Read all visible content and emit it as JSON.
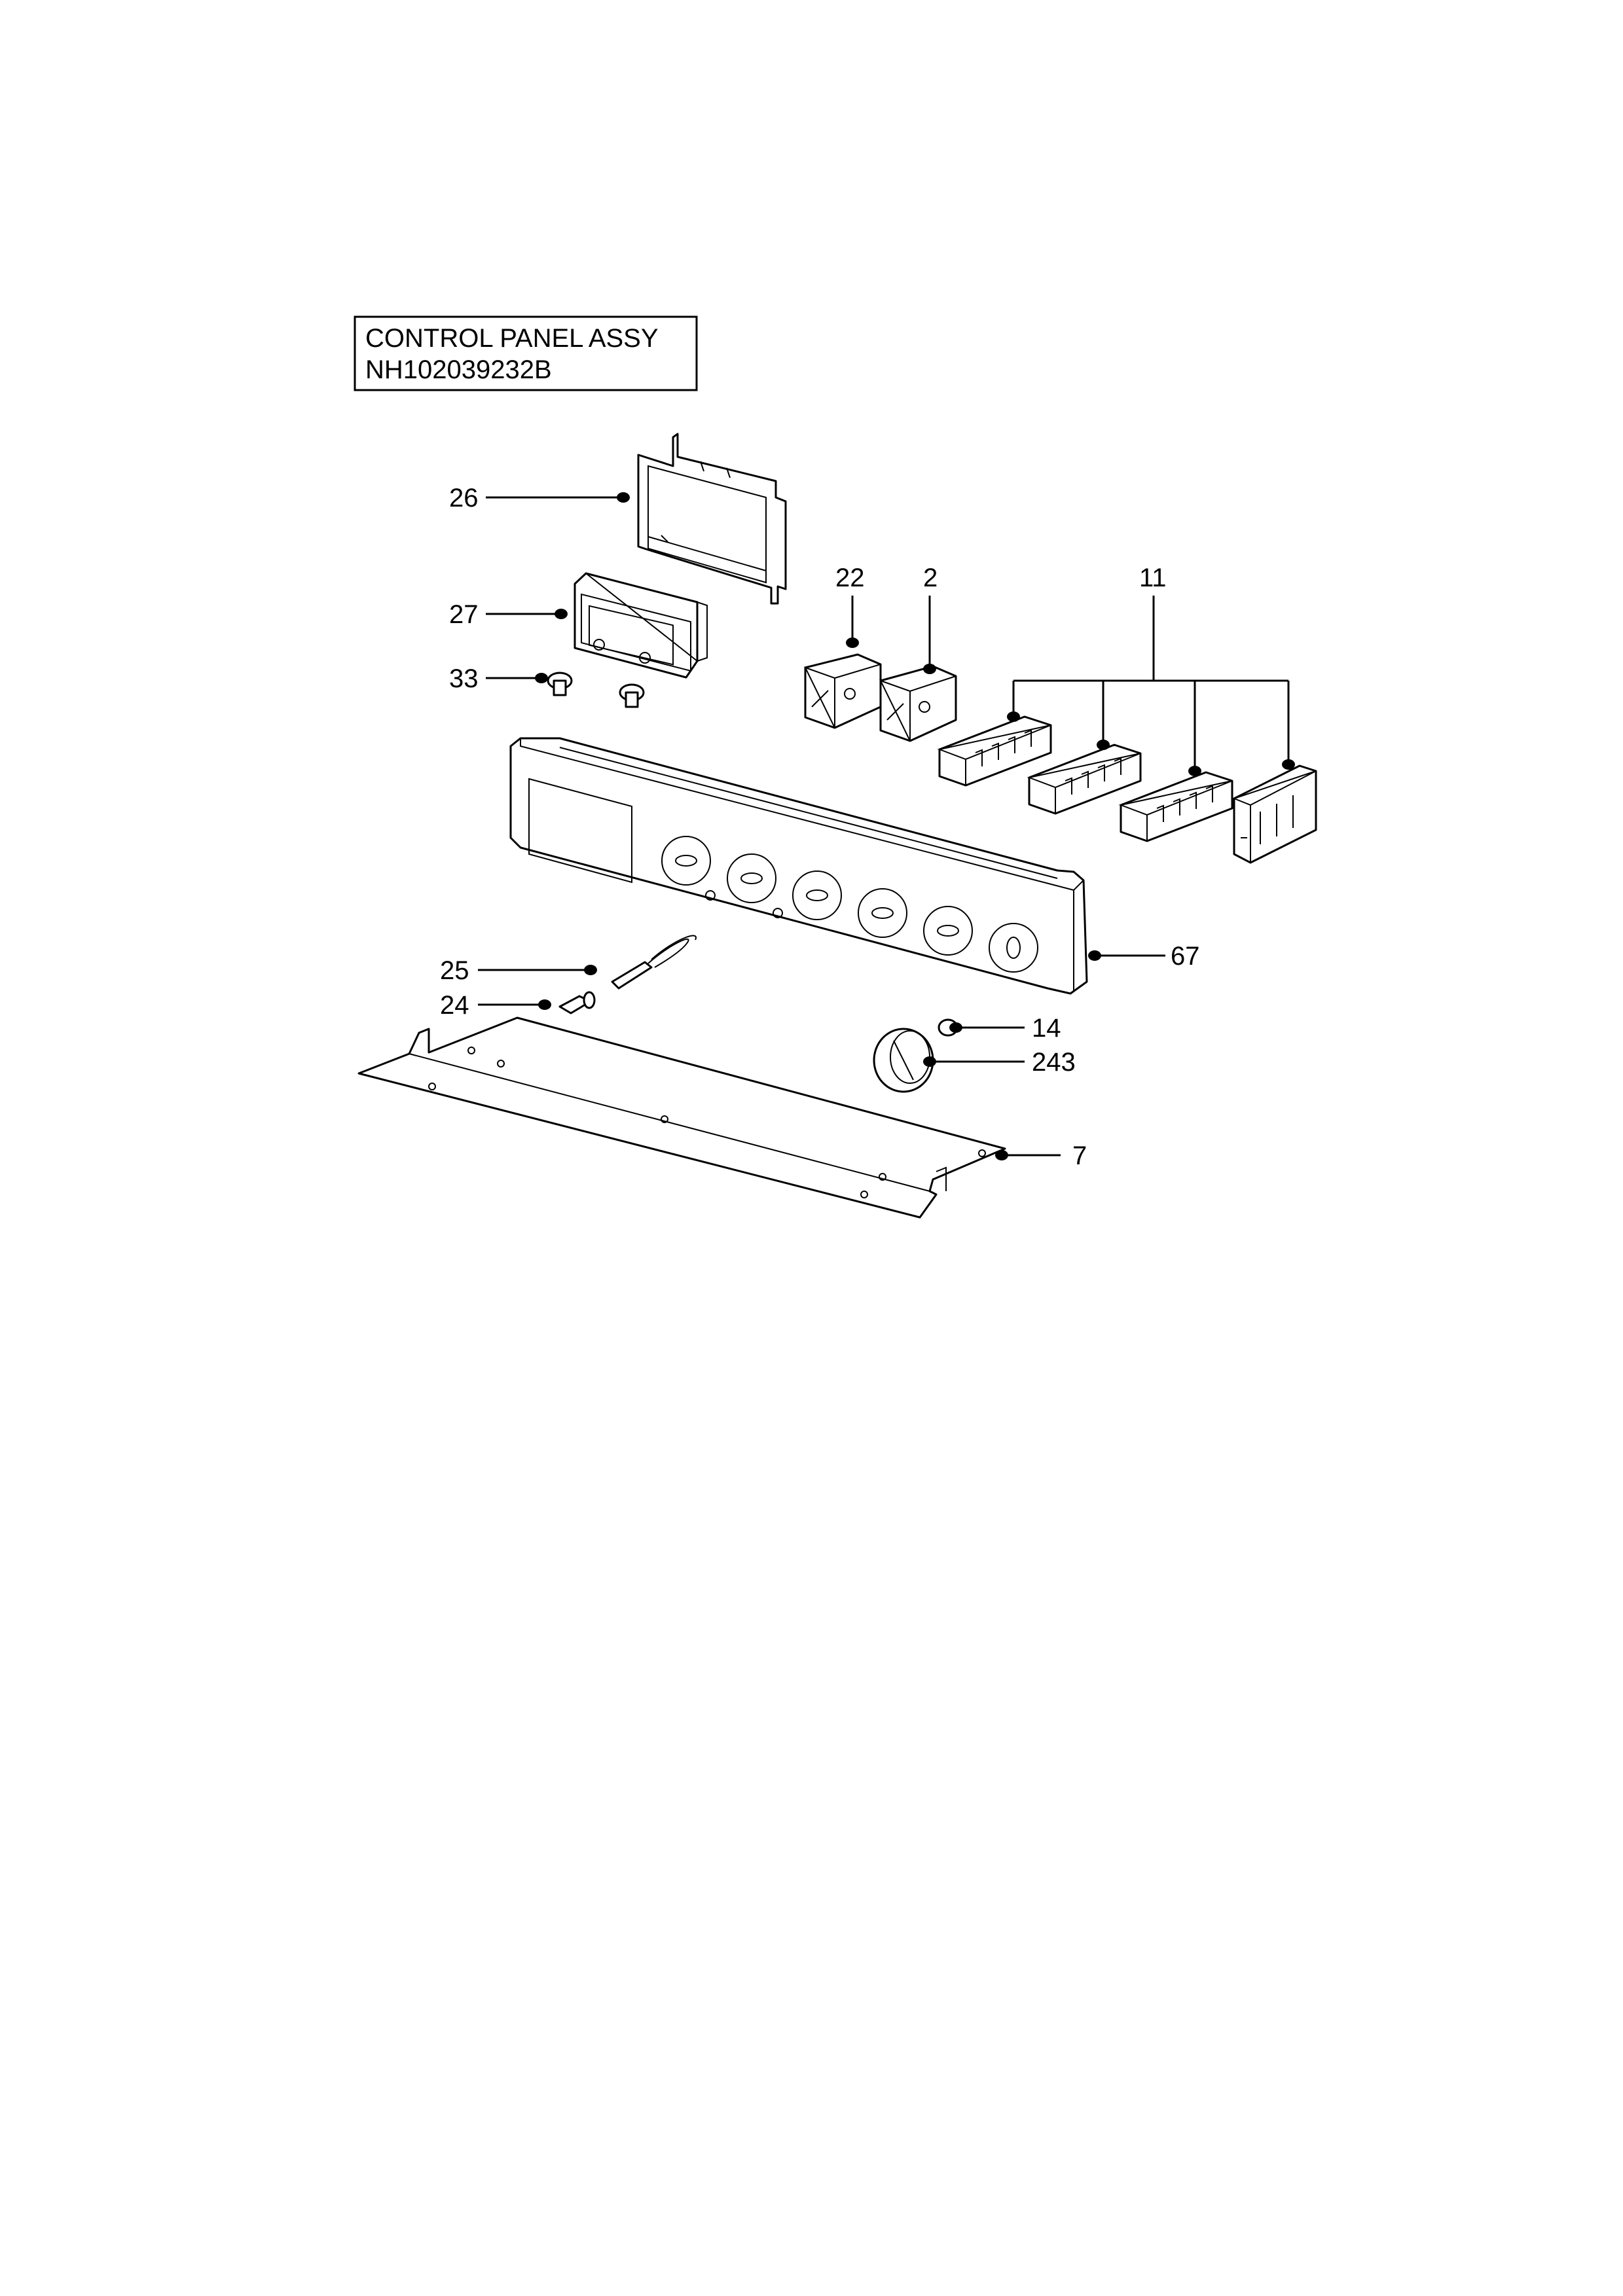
{
  "title_box": {
    "line1": "CONTROL PANEL ASSY",
    "line2": "NH102039232B"
  },
  "callouts": {
    "c26": "26",
    "c27": "27",
    "c33": "33",
    "c22": "22",
    "c2": "2",
    "c11": "11",
    "c67": "67",
    "c25": "25",
    "c24": "24",
    "c14": "14",
    "c243": "243",
    "c7": "7"
  }
}
